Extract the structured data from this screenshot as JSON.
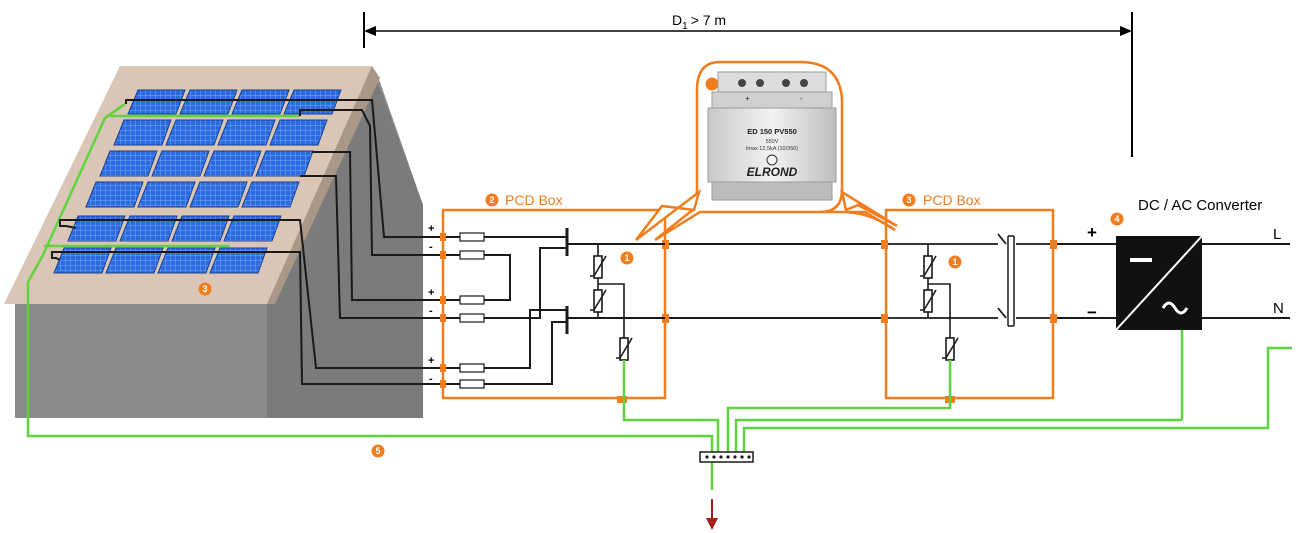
{
  "dimension": {
    "label": "D",
    "subscript": "1",
    "relation": "> 7 m"
  },
  "pcd_box_left": {
    "number": "2",
    "title": "PCD Box"
  },
  "pcd_box_right": {
    "number": "3",
    "title": "PCD Box"
  },
  "converter": {
    "number": "4",
    "title": "DC / AC Converter"
  },
  "roof_marker": "3",
  "ground_marker": "5",
  "varistor_marker": "1",
  "module_marker": "",
  "polarity": {
    "plus": "+",
    "minus": "−",
    "string_plus": "+",
    "string_minus": "-"
  },
  "lines": {
    "L": "L",
    "N": "N"
  },
  "device": {
    "brand": "ELROND",
    "model": "ED 150 PV550",
    "voltage": "550V",
    "current": "Imax 12,5kA (10/350)",
    "terminals_plus": "+",
    "terminals_minus": "-"
  },
  "colors": {
    "orange": "#f07d1e",
    "green": "#5fd33d",
    "roof": "#d8c5b5",
    "wall": "#8c8c8c",
    "panel": "#2a6be0",
    "ground_arrow": "#a51d1d"
  }
}
